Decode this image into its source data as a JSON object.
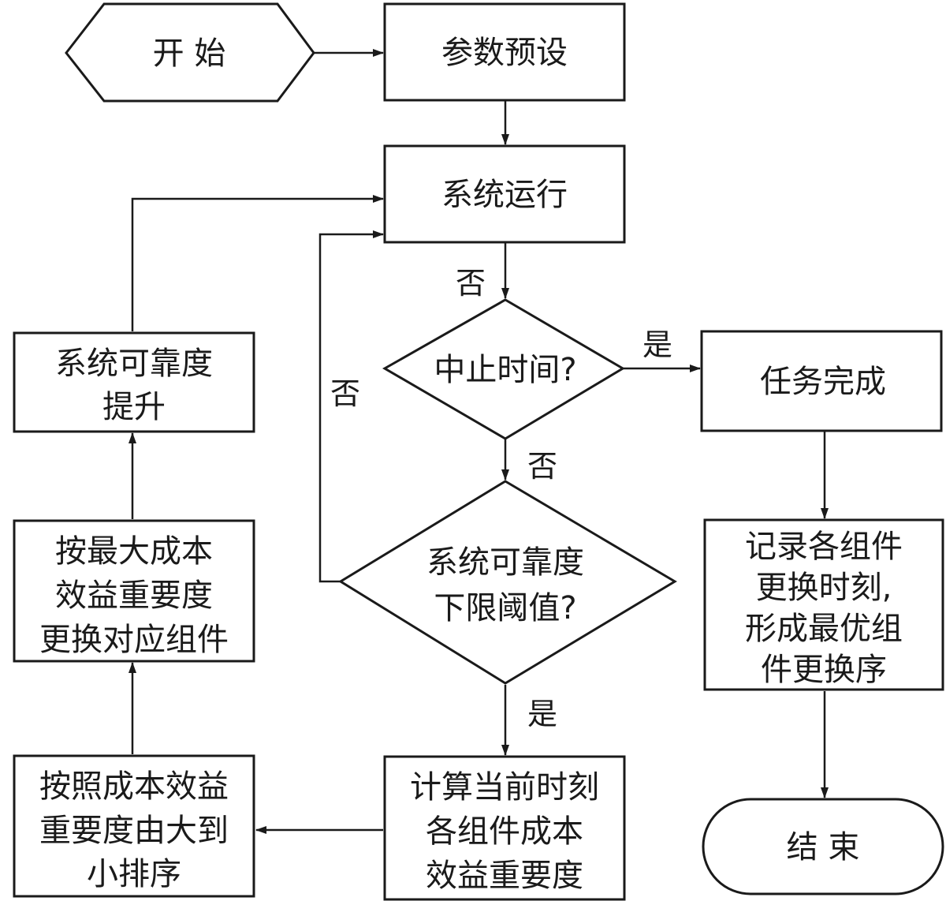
{
  "nodes": {
    "start": {
      "lines": [
        "开 始"
      ]
    },
    "preset": {
      "lines": [
        "参数预设"
      ]
    },
    "run": {
      "lines": [
        "系统运行"
      ]
    },
    "stop_check": {
      "lines": [
        "中止时间?"
      ]
    },
    "task_done": {
      "lines": [
        "任务完成"
      ]
    },
    "threshold_check": {
      "lines": [
        "系统可靠度",
        "下限阈值?"
      ]
    },
    "compute": {
      "lines": [
        "计算当前时刻",
        "各组件成本",
        "效益重要度"
      ]
    },
    "sort": {
      "lines": [
        "按照成本效益",
        "重要度由大到",
        "小排序"
      ]
    },
    "replace": {
      "lines": [
        "按最大成本",
        "效益重要度",
        "更换对应组件"
      ]
    },
    "improve": {
      "lines": [
        "系统可靠度",
        "提升"
      ]
    },
    "record": {
      "lines": [
        "记录各组件",
        "更换时刻,",
        "形成最优组",
        "件更换序"
      ]
    },
    "end": {
      "lines": [
        "结 束"
      ]
    }
  },
  "edge_labels": {
    "run_to_stop": "否",
    "stop_yes": "是",
    "stop_no": "否",
    "threshold_no": "否",
    "threshold_yes": "是"
  }
}
